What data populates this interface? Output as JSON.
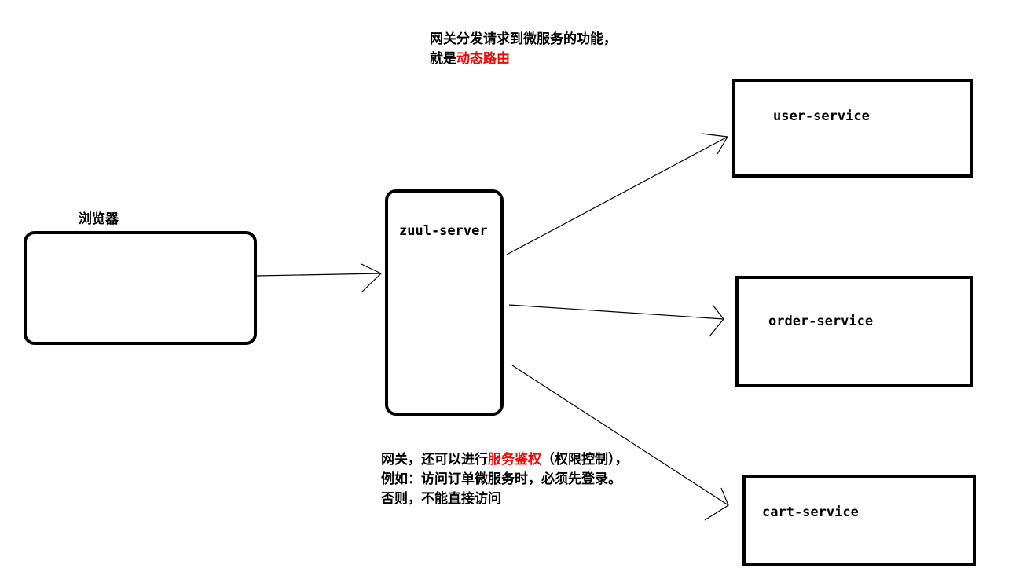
{
  "browser": {
    "label": "浏览器"
  },
  "gateway": {
    "label": "zuul-server"
  },
  "services": [
    {
      "label": "user-service"
    },
    {
      "label": "order-service"
    },
    {
      "label": "cart-service"
    }
  ],
  "note_top": {
    "line1": "网关分发请求到微服务的功能，",
    "line2_prefix": "就是",
    "line2_highlight": "动态路由"
  },
  "note_bottom": {
    "part1": "网关，还可以进行",
    "highlight": "服务鉴权",
    "part2": "（权限控制），例如：访问订单微服务时，必须先登录。否则，不能直接访问"
  },
  "colors": {
    "highlight": "#ff0000",
    "stroke": "#000000"
  }
}
